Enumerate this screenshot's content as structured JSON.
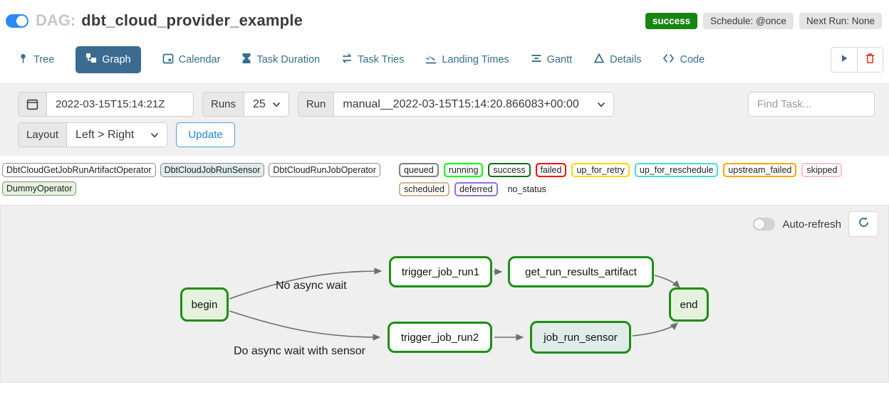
{
  "header": {
    "dag_prefix": "DAG:",
    "dag_title": "dbt_cloud_provider_example",
    "status_badge": "success",
    "schedule_badge": "Schedule: @once",
    "next_run_badge": "Next Run: None"
  },
  "tabs": [
    {
      "label": "Tree"
    },
    {
      "label": "Graph"
    },
    {
      "label": "Calendar"
    },
    {
      "label": "Task Duration"
    },
    {
      "label": "Task Tries"
    },
    {
      "label": "Landing Times"
    },
    {
      "label": "Gantt"
    },
    {
      "label": "Details"
    },
    {
      "label": "Code"
    }
  ],
  "icons": [
    "tree-icon",
    "graph-icon",
    "calendar-icon",
    "hourglass-icon",
    "repeat-icon",
    "landing-icon",
    "gantt-icon",
    "triangle-icon",
    "code-icon",
    "play-icon",
    "trash-icon",
    "calendar-input-icon",
    "chevron-down-icon",
    "refresh-icon"
  ],
  "filters": {
    "base_date_value": "2022-03-15T15:14:21Z",
    "runs_label": "Runs",
    "runs_value": "25",
    "run_label": "Run",
    "run_value": "manual__2022-03-15T15:14:20.866083+00:00",
    "find_task_placeholder": "Find Task...",
    "layout_label": "Layout",
    "layout_value": "Left > Right",
    "update_label": "Update"
  },
  "legend": {
    "operators": [
      {
        "label": "DbtCloudGetJobRunArtifactOperator",
        "fill": "#ffffff"
      },
      {
        "label": "DbtCloudJobRunSensor",
        "fill": "#dfecea"
      },
      {
        "label": "DbtCloudRunJobOperator",
        "fill": "#ffffff"
      },
      {
        "label": "DummyOperator",
        "fill": "#e5f3de"
      }
    ],
    "states": [
      {
        "label": "queued",
        "border": "#808080"
      },
      {
        "label": "running",
        "border": "#00ff00"
      },
      {
        "label": "success",
        "border": "#0f7010"
      },
      {
        "label": "failed",
        "border": "#ff0000"
      },
      {
        "label": "up_for_retry",
        "border": "#ffd700"
      },
      {
        "label": "up_for_reschedule",
        "border": "#40e0d0"
      },
      {
        "label": "upstream_failed",
        "border": "#ffa500"
      },
      {
        "label": "skipped",
        "border": "#ffc0cb"
      },
      {
        "label": "scheduled",
        "border": "#d2b48c"
      },
      {
        "label": "deferred",
        "border": "#9370db"
      },
      {
        "label": "no_status",
        "border": "transparent"
      }
    ]
  },
  "graph": {
    "auto_refresh_label": "Auto-refresh",
    "node_border_color": "#1f8e13",
    "edge_color": "#6e6e6e",
    "nodes": [
      {
        "label": "begin",
        "fill": "#e5f3de"
      },
      {
        "label": "trigger_job_run1",
        "fill": "#ffffff"
      },
      {
        "label": "get_run_results_artifact",
        "fill": "#ffffff"
      },
      {
        "label": "end",
        "fill": "#e5f3de"
      },
      {
        "label": "trigger_job_run2",
        "fill": "#ffffff"
      },
      {
        "label": "job_run_sensor",
        "fill": "#dfecea"
      }
    ],
    "edge_labels": {
      "branch1": "No async wait",
      "branch2": "Do async wait with sensor"
    }
  }
}
